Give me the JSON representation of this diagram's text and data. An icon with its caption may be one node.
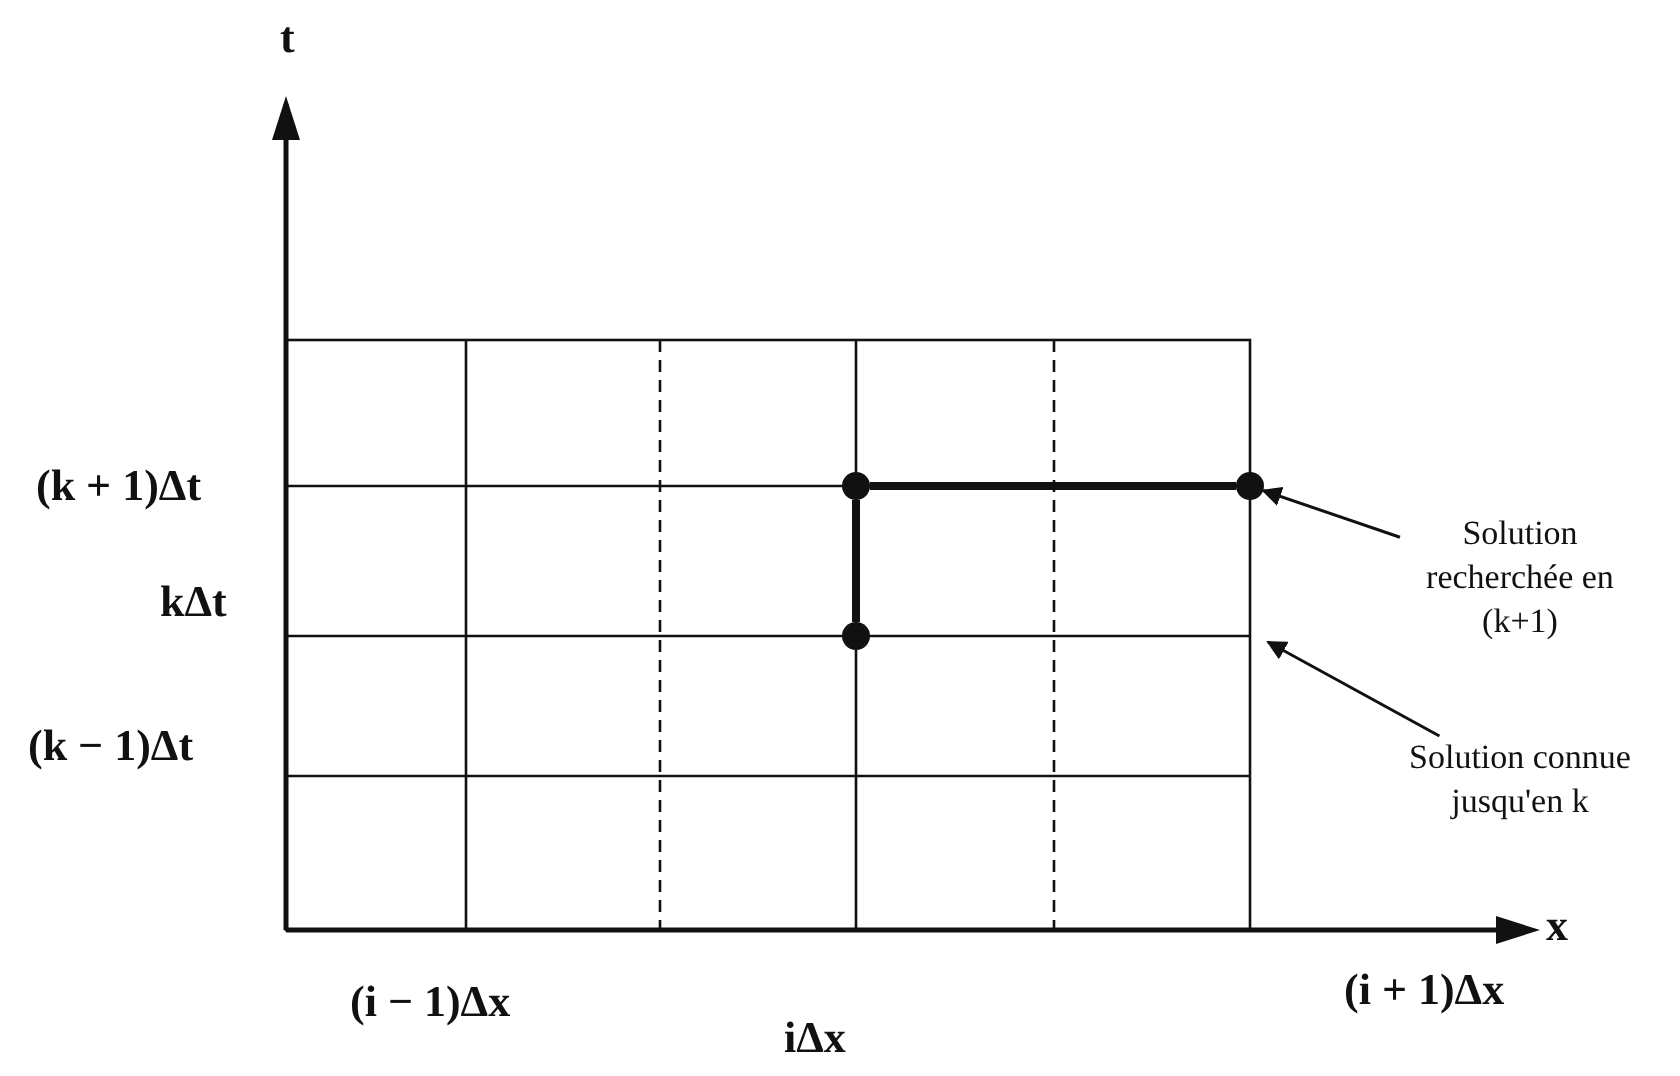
{
  "diagram": {
    "nodes": [
      {
        "text": [],
        "shape": "circle"
      },
      {
        "text": [],
        "shape": "circle"
      },
      {
        "text": [],
        "shape": "circle"
      },
      {
        "text": [
          "Solution recherchée en (k+1)"
        ]
      },
      {
        "text": [
          "Solution connue jusqu'en k"
        ]
      }
    ],
    "edges": [
      {
        "from": 2,
        "to": 0,
        "arrow": "none",
        "style": "thick"
      },
      {
        "from": 0,
        "to": 1,
        "arrow": "none",
        "style": "thick"
      },
      {
        "from": 3,
        "to": 1,
        "arrow": "to"
      },
      {
        "from": 4,
        "to": null,
        "arrow": "to"
      }
    ],
    "labels": [
      "t",
      "(k + 1)Δt",
      "kΔt",
      "(k − 1)Δt",
      "x",
      "(i − 1)Δx",
      "iΔx",
      "(i + 1)Δx"
    ]
  }
}
